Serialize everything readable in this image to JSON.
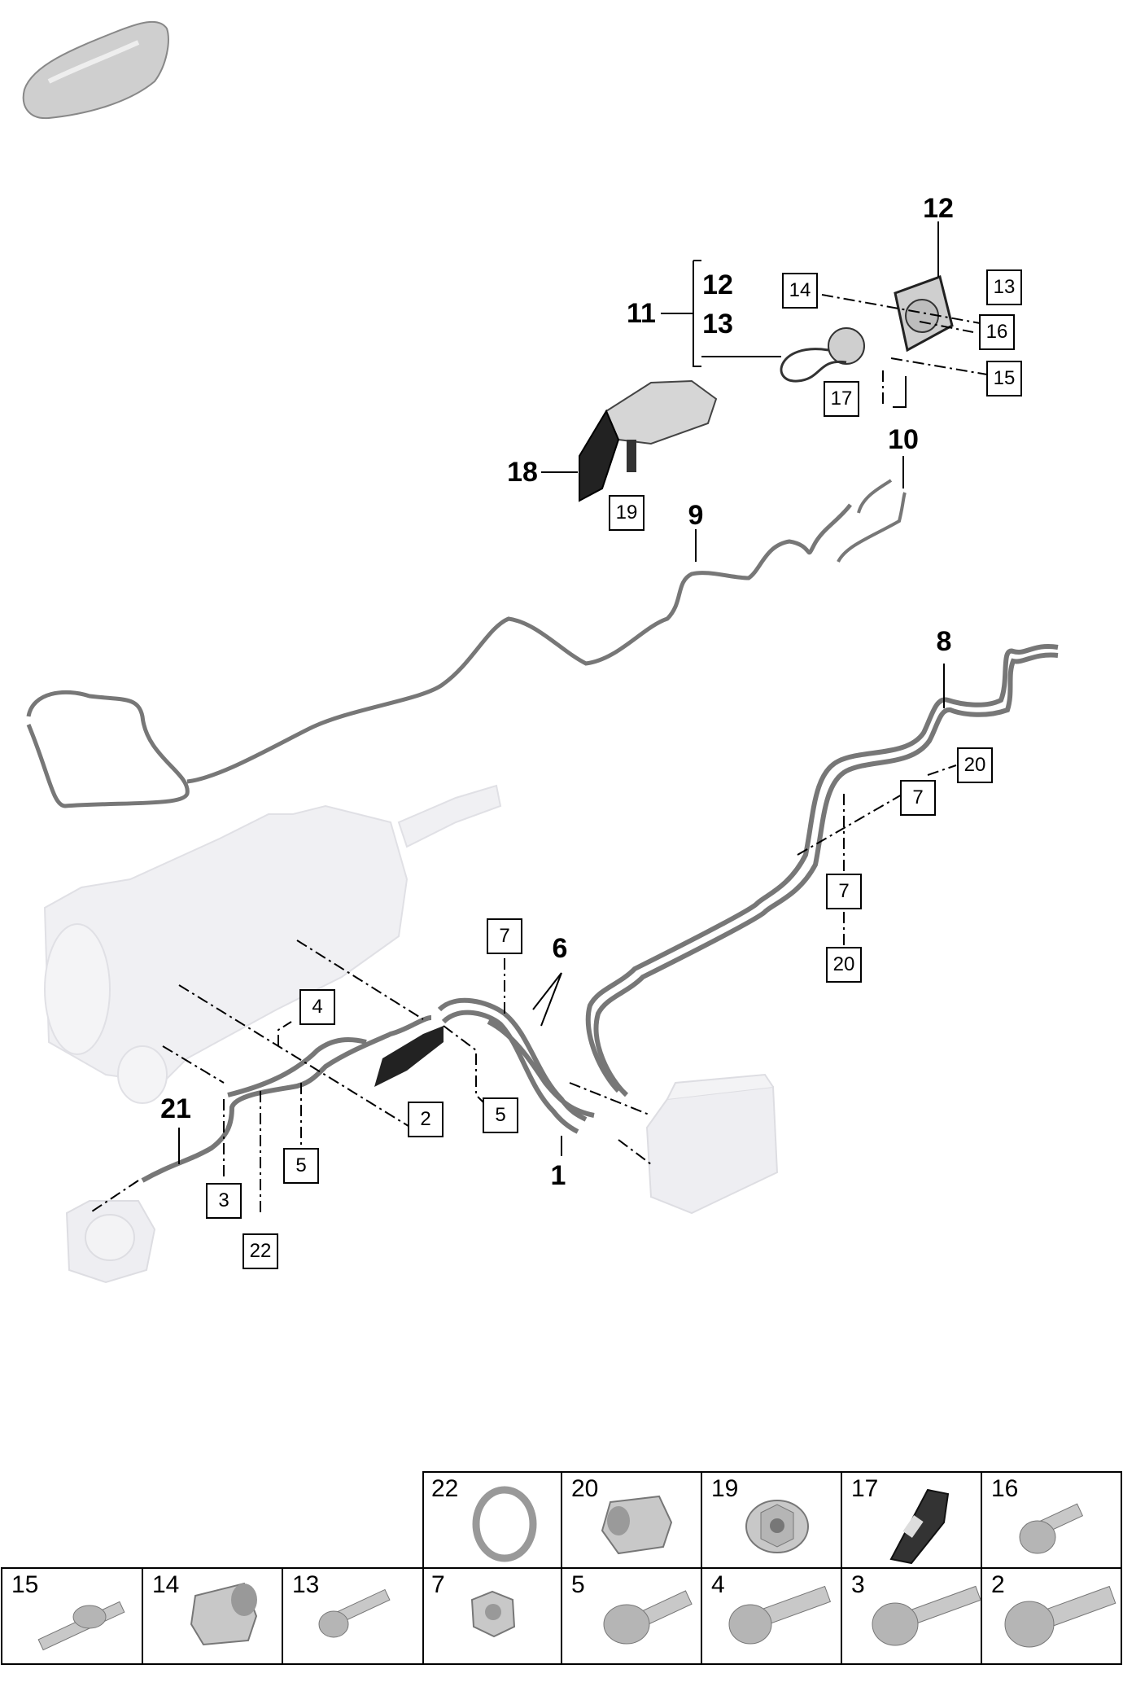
{
  "callouts_bold": [
    {
      "id": "c12top",
      "text": "12"
    },
    {
      "id": "c12",
      "text": "12"
    },
    {
      "id": "c13",
      "text": "13"
    },
    {
      "id": "c11",
      "text": "11"
    },
    {
      "id": "c10",
      "text": "10"
    },
    {
      "id": "c18",
      "text": "18"
    },
    {
      "id": "c9",
      "text": "9"
    },
    {
      "id": "c8",
      "text": "8"
    },
    {
      "id": "c6",
      "text": "6"
    },
    {
      "id": "c21",
      "text": "21"
    },
    {
      "id": "c1",
      "text": "1"
    }
  ],
  "callouts_boxed": [
    {
      "id": "b14",
      "text": "14"
    },
    {
      "id": "b13",
      "text": "13"
    },
    {
      "id": "b16",
      "text": "16"
    },
    {
      "id": "b15",
      "text": "15"
    },
    {
      "id": "b17",
      "text": "17"
    },
    {
      "id": "b19",
      "text": "19"
    },
    {
      "id": "b20a",
      "text": "20"
    },
    {
      "id": "b7a",
      "text": "7"
    },
    {
      "id": "b7b",
      "text": "7"
    },
    {
      "id": "b20b",
      "text": "20"
    },
    {
      "id": "b7c",
      "text": "7"
    },
    {
      "id": "b4",
      "text": "4"
    },
    {
      "id": "b2",
      "text": "2"
    },
    {
      "id": "b5a",
      "text": "5"
    },
    {
      "id": "b5b",
      "text": "5"
    },
    {
      "id": "b3",
      "text": "3"
    },
    {
      "id": "b22",
      "text": "22"
    }
  ],
  "parts_table": {
    "top_row": [
      {
        "num": "22",
        "icon": "clamp-ring-icon"
      },
      {
        "num": "20",
        "icon": "cap-nut-icon"
      },
      {
        "num": "19",
        "icon": "flange-nut-icon"
      },
      {
        "num": "17",
        "icon": "clip-bracket-icon"
      },
      {
        "num": "16",
        "icon": "short-bolt-icon"
      }
    ],
    "bottom_row": [
      {
        "num": "15",
        "icon": "stud-bolt-icon"
      },
      {
        "num": "14",
        "icon": "spacer-sleeve-icon"
      },
      {
        "num": "13",
        "icon": "collar-bolt-icon"
      },
      {
        "num": "7",
        "icon": "hex-nut-icon"
      },
      {
        "num": "5",
        "icon": "torx-bolt-icon"
      },
      {
        "num": "4",
        "icon": "long-bolt-icon"
      },
      {
        "num": "3",
        "icon": "flange-bolt-icon"
      },
      {
        "num": "2",
        "icon": "torx-long-bolt-icon"
      }
    ]
  },
  "colors": {
    "line": "#000000",
    "part_fill": "#d9d9d9",
    "part_stroke": "#555555",
    "ghost": "#e8e8ec"
  }
}
